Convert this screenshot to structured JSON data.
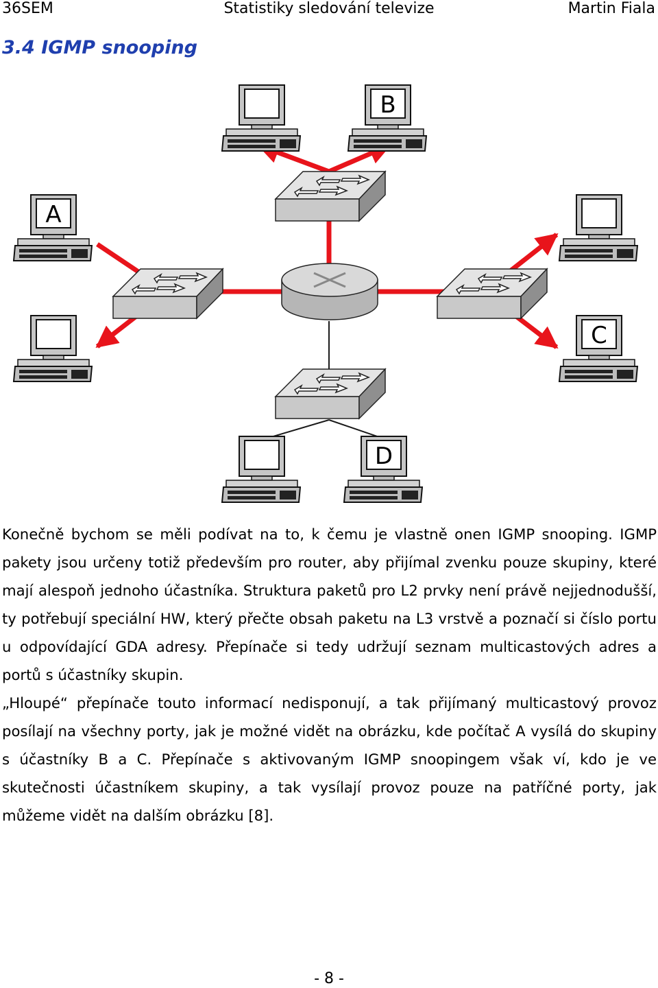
{
  "header": {
    "left": "36SEM",
    "center": "Statistiky sledování televize",
    "right": "Martin Fiala"
  },
  "section": {
    "title": "3.4 IGMP snooping"
  },
  "diagram": {
    "computers": [
      {
        "label": ""
      },
      {
        "label": "B"
      },
      {
        "label": "A"
      },
      {
        "label": ""
      },
      {
        "label": ""
      },
      {
        "label": "C"
      },
      {
        "label": ""
      },
      {
        "label": "D"
      }
    ],
    "colors": {
      "multicast_arrow": "#e8141b",
      "link": "#1a1a1a",
      "device_face": "#c9c9c9",
      "device_top": "#e4e4e4",
      "device_side": "#8f8f8f"
    },
    "icons": [
      "computer-icon",
      "switch-icon",
      "router-icon"
    ]
  },
  "body": {
    "paragraphs": [
      "Konečně bychom se měli podívat na to, k čemu je vlastně onen IGMP snooping. IGMP pakety jsou určeny totiž především pro router, aby přijímal zvenku pouze skupiny, které mají alespoň jednoho účastníka. Struktura paketů pro L2 prvky není právě nejjednodušší, ty potřebují speciální HW, který přečte obsah paketu na L3 vrstvě a poznačí si číslo portu u odpovídající GDA adresy. Přepínače si tedy udržují seznam multicastových adres a portů s účastníky skupin.",
      "„Hloupé“ přepínače touto informací nedisponují, a tak přijímaný multicastový provoz posílají na všechny porty, jak je možné vidět na obrázku, kde počítač A vysílá do skupiny s účastníky B a C. Přepínače s aktivovaným IGMP snoopingem však ví, kdo je ve skutečnosti účastníkem skupiny, a tak vysílají provoz pouze na patříčné porty, jak můžeme vidět na dalším obrázku [8]."
    ]
  },
  "footer": {
    "page_number": "- 8 -"
  }
}
